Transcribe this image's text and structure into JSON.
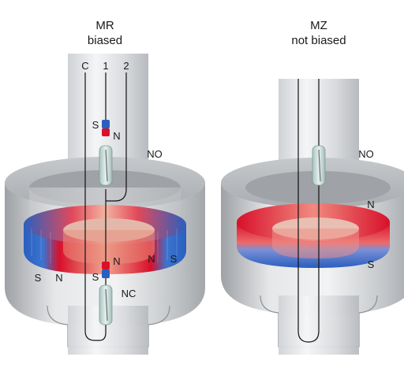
{
  "left": {
    "title": "MR",
    "subtitle": "biased",
    "wire_labels": {
      "c": "C",
      "one": "1",
      "two": "2"
    },
    "switch_labels": {
      "no": "NO",
      "nc": "NC"
    },
    "bias_magnet_top": {
      "s": "S",
      "n": "N"
    },
    "bias_magnet_bottom": {
      "s": "S",
      "n": "N"
    },
    "ring_pole_labels": {
      "left_s": "S",
      "left_n": "N",
      "right_n": "N",
      "right_s": "S"
    }
  },
  "right": {
    "title": "MZ",
    "subtitle": "not biased",
    "switch_labels": {
      "no": "NO"
    },
    "ring_pole_labels": {
      "n": "N",
      "s": "S"
    }
  },
  "colors": {
    "magnet_red": "#d8102a",
    "magnet_blue": "#2a5fbf",
    "housing_gray": "#b9bcc0",
    "reed_glass": "#c9dcd8"
  }
}
